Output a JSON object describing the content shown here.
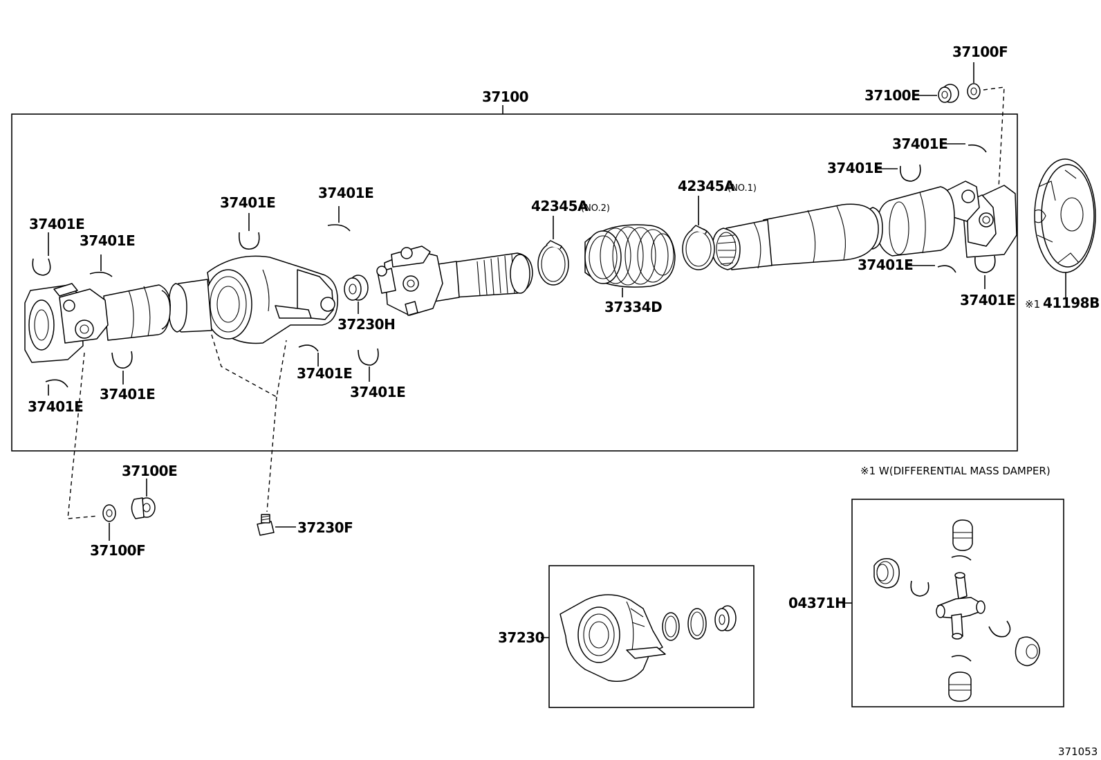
{
  "labels": {
    "assembly": "37100",
    "nut_top": "37100E",
    "washer_top": "37100F",
    "nut_bottom": "37100E",
    "washer_bottom": "37100F",
    "clip": "37401E",
    "bracket_cushion": "37230H",
    "bolt": "37230F",
    "center_bearing": "37230",
    "boot": "37334D",
    "clamp_no2": "42345A",
    "clamp_no2_suffix": "(NO.2)",
    "clamp_no1": "42345A",
    "clamp_no1_suffix": "(NO.1)",
    "damper": "41198B",
    "damper_marker": "※1",
    "spider_kit": "04371H"
  },
  "note": "※1 W(DIFFERENTIAL MASS DAMPER)",
  "figure_number": "371053"
}
